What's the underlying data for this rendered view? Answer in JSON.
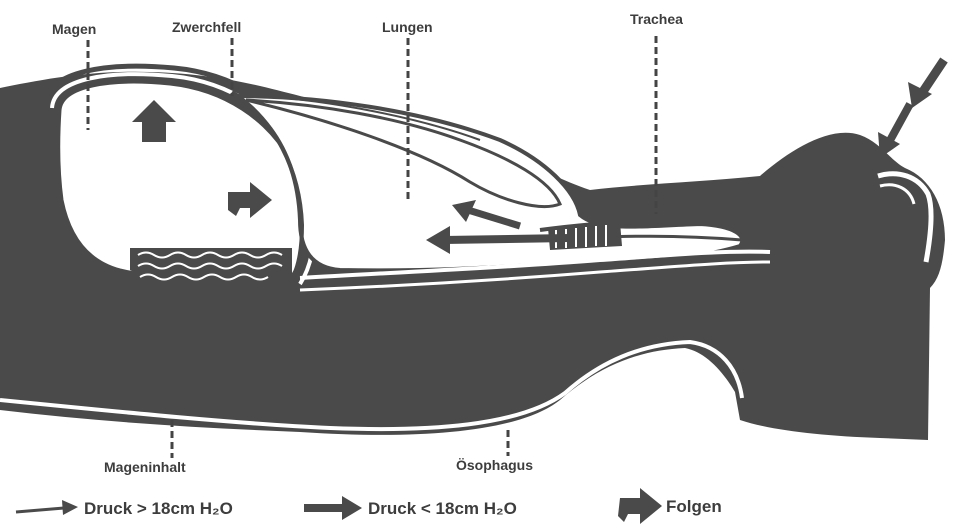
{
  "labels": {
    "stomach": "Magen",
    "diaphragm": "Zwerchfell",
    "lungs": "Lungen",
    "trachea": "Trachea",
    "stomach_contents": "Mageninhalt",
    "esophagus": "Ösophagus"
  },
  "legend": {
    "high_pressure": "Druck > 18cm H₂O",
    "low_pressure": "Druck < 18cm H₂O",
    "consequences": "Folgen"
  },
  "colors": {
    "ink": "#4a4a4a",
    "paper": "#ffffff"
  },
  "icons": {
    "thin_arrow": "thin-arrow-icon",
    "thick_arrow": "thick-arrow-icon",
    "block_arrow": "block-arrow-icon"
  }
}
